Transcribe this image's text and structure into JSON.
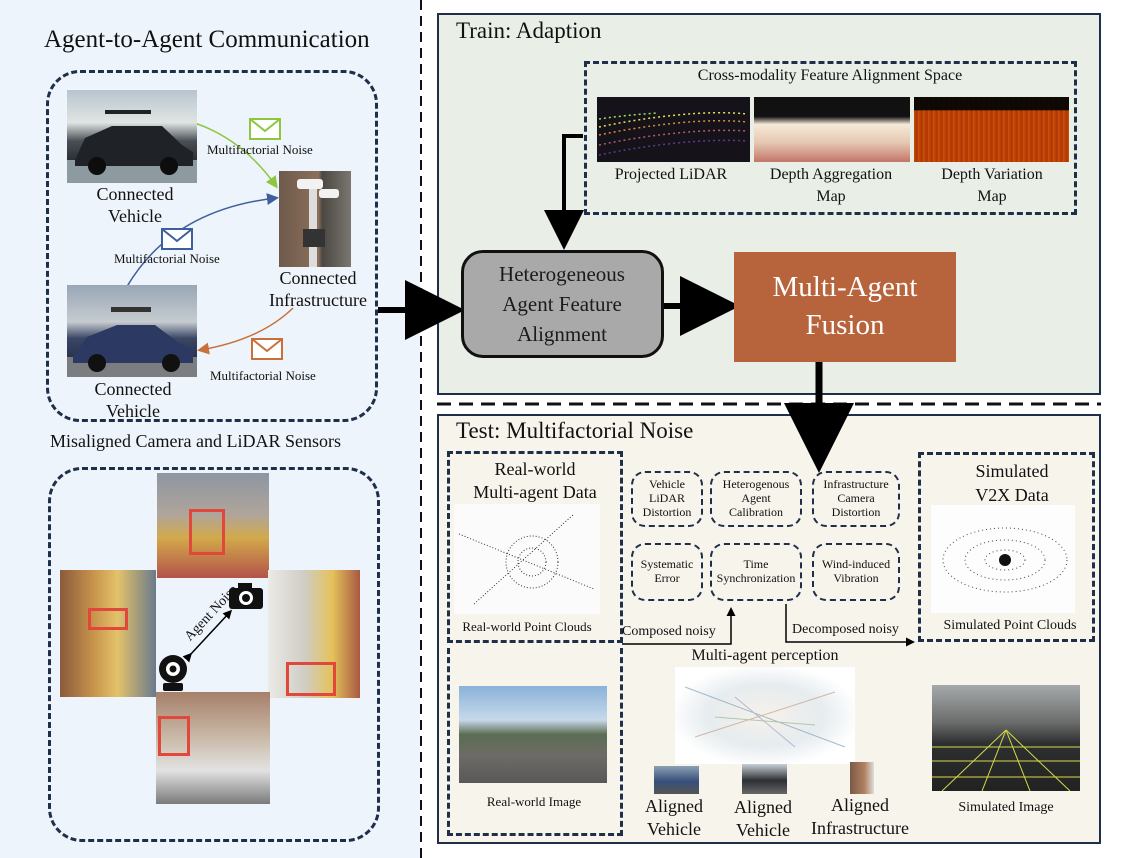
{
  "left": {
    "title": "Agent-to-Agent Communication",
    "vehicle_top": [
      "Connected",
      "Vehicle"
    ],
    "infrastructure": [
      "Connected",
      "Infrastructure"
    ],
    "vehicle_bottom": [
      "Connected",
      "Vehicle"
    ],
    "noise1": "Multifactorial Noise",
    "noise2": "Multifactorial Noise",
    "noise3": "Multifactorial Noise",
    "misaligned_title": "Misaligned Camera and LiDAR Sensors",
    "agent_noise": "Agent Noise"
  },
  "train": {
    "title": "Train: Adaption",
    "space_title": "Cross-modality Feature Alignment Space",
    "maps": [
      {
        "label": [
          "Projected LiDAR",
          ""
        ]
      },
      {
        "label": [
          "Depth Aggregation",
          "Map"
        ]
      },
      {
        "label": [
          "Depth Variation",
          "Map"
        ]
      }
    ],
    "hafa": [
      "Heterogeneous",
      "Agent Feature",
      "Alignment"
    ],
    "fusion": [
      "Multi-Agent",
      "Fusion"
    ]
  },
  "test": {
    "title": "Test: Multifactorial Noise",
    "real_title": [
      "Real-world",
      "Multi-agent Data"
    ],
    "real_pc": "Real-world Point Clouds",
    "real_image": "Real-world Image",
    "sim_title": [
      "Simulated",
      "V2X Data"
    ],
    "sim_pc": "Simulated Point Clouds",
    "sim_image": "Simulated Image",
    "noise_factors": [
      [
        "Vehicle",
        "LiDAR",
        "Distortion"
      ],
      [
        "Heterogenous",
        "Agent",
        "Calibration"
      ],
      [
        "Infrastructure",
        "Camera",
        "Distortion"
      ],
      [
        "Systematic",
        "Error"
      ],
      [
        "Time",
        "Synchronization"
      ],
      [
        "Wind-induced",
        "Vibration"
      ]
    ],
    "composed": "Composed noisy",
    "decomposed": "Decomposed noisy",
    "perception": "Multi-agent perception",
    "aligned": [
      [
        "Aligned",
        "Vehicle"
      ],
      [
        "Aligned",
        "Vehicle"
      ],
      [
        "Aligned",
        "Infrastructure"
      ]
    ]
  },
  "colors": {
    "navy": "#1f2f49",
    "fusion_box": "#b7643c",
    "hafa_box": "#a9a9a9",
    "train_bg": "#e9eee7",
    "test_bg": "#f7f4ec",
    "left_bg": "#eef4fb",
    "msg_green": "#8dc63f",
    "msg_blue": "#3f5f9c",
    "msg_orange": "#c8703a"
  }
}
